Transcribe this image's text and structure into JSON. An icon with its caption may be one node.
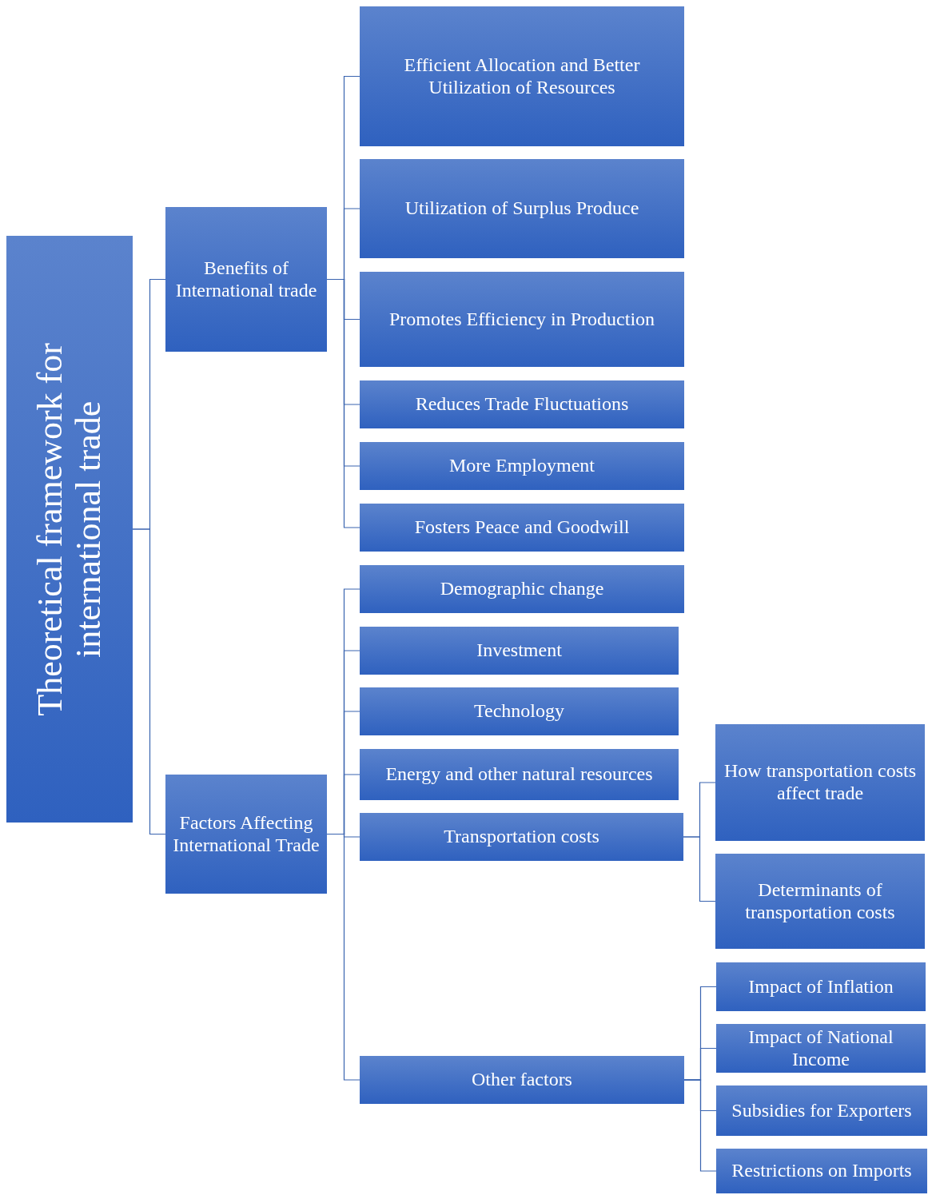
{
  "diagram": {
    "nodes": [
      {
        "text": [
          "Theoretical framework for international trade"
        ]
      },
      {
        "text": [
          "Benefits of International trade"
        ]
      },
      {
        "text": [
          "Efficient Allocation and Better Utilization of Resources"
        ]
      },
      {
        "text": [
          "Utilization of Surplus Produce"
        ]
      },
      {
        "text": [
          "Promotes Efficiency in Production"
        ]
      },
      {
        "text": [
          "Reduces Trade Fluctuations"
        ]
      },
      {
        "text": [
          "More Employment"
        ]
      },
      {
        "text": [
          "Fosters Peace and Goodwill"
        ]
      },
      {
        "text": [
          "Factors Affecting International Trade"
        ]
      },
      {
        "text": [
          "Demographic change"
        ]
      },
      {
        "text": [
          "Investment"
        ]
      },
      {
        "text": [
          "Technology"
        ]
      },
      {
        "text": [
          "Energy and other natural resources"
        ]
      },
      {
        "text": [
          "Transportation costs"
        ]
      },
      {
        "text": [
          "How transportation costs affect trade"
        ]
      },
      {
        "text": [
          "Determinants of transportation costs"
        ]
      },
      {
        "text": [
          "Other factors"
        ]
      },
      {
        "text": [
          "Impact of Inflation"
        ]
      },
      {
        "text": [
          "Impact of National Income"
        ]
      },
      {
        "text": [
          "Subsidies for Exporters"
        ]
      },
      {
        "text": [
          "Restrictions on Imports"
        ]
      }
    ],
    "edges": [
      {
        "from": 0,
        "to": 1,
        "arrow": "none"
      },
      {
        "from": 0,
        "to": 8,
        "arrow": "none"
      },
      {
        "from": 1,
        "to": 2,
        "arrow": "none"
      },
      {
        "from": 1,
        "to": 3,
        "arrow": "none"
      },
      {
        "from": 1,
        "to": 4,
        "arrow": "none"
      },
      {
        "from": 1,
        "to": 5,
        "arrow": "none"
      },
      {
        "from": 1,
        "to": 6,
        "arrow": "none"
      },
      {
        "from": 1,
        "to": 7,
        "arrow": "none"
      },
      {
        "from": 8,
        "to": 9,
        "arrow": "none"
      },
      {
        "from": 8,
        "to": 10,
        "arrow": "none"
      },
      {
        "from": 8,
        "to": 11,
        "arrow": "none"
      },
      {
        "from": 8,
        "to": 12,
        "arrow": "none"
      },
      {
        "from": 8,
        "to": 13,
        "arrow": "none"
      },
      {
        "from": 8,
        "to": 16,
        "arrow": "none"
      },
      {
        "from": 13,
        "to": 14,
        "arrow": "none"
      },
      {
        "from": 13,
        "to": 15,
        "arrow": "none"
      },
      {
        "from": 16,
        "to": 17,
        "arrow": "none"
      },
      {
        "from": 16,
        "to": 18,
        "arrow": "none"
      },
      {
        "from": 16,
        "to": 19,
        "arrow": "none"
      },
      {
        "from": 16,
        "to": 20,
        "arrow": "none"
      }
    ]
  }
}
